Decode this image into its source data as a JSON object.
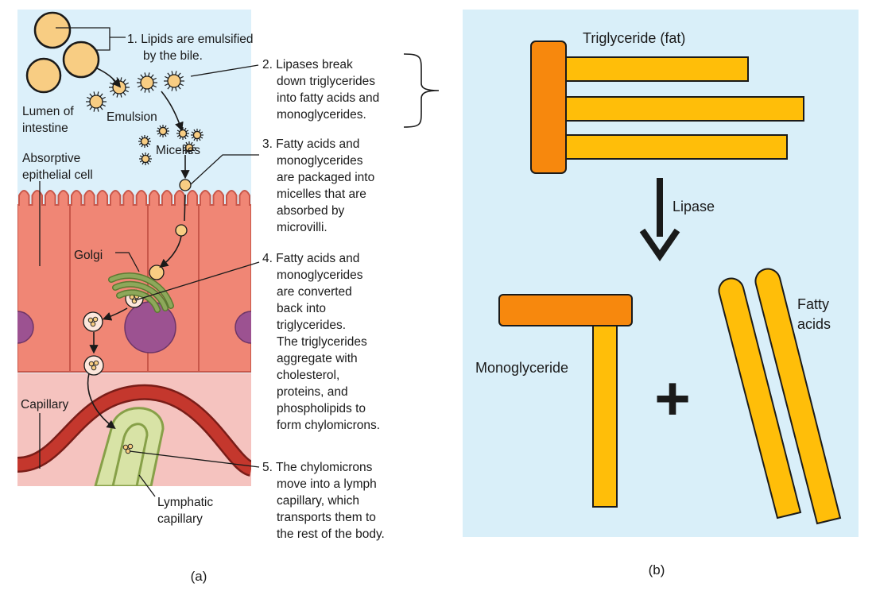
{
  "colors": {
    "lumen": "#dcf0fa",
    "cell": "#f08675",
    "cell_border": "#c8574a",
    "nucleus": "#9c5291",
    "interstitial": "#f5c3bf",
    "capillary_wall": "#c4372d",
    "lymph_fill": "#d8e3a6",
    "lymph_border": "#87a048",
    "golgi": "#8da85a",
    "lipid": "#f8cd83",
    "lipid_border": "#9a6a2c",
    "panel_b_bg": "#d9eff9",
    "glycerol": "#f7880d",
    "fatty_acid": "#ffbe09"
  },
  "panel_a": {
    "caption": "(a)",
    "labels": {
      "lumen_line1": "Lumen of",
      "lumen_line2": "intestine",
      "emulsion": "Emulsion",
      "micelles": "Micelles",
      "absorptive_line1": "Absorptive",
      "absorptive_line2": "epithelial cell",
      "golgi": "Golgi",
      "capillary": "Capillary",
      "lymphatic_line1": "Lymphatic",
      "lymphatic_line2": "capillary"
    },
    "steps": [
      {
        "lines": [
          "1. Lipids are emulsified",
          "by the bile."
        ]
      },
      {
        "lines": [
          "2. Lipases break",
          "down triglycerides",
          "into fatty acids and",
          "monoglycerides."
        ]
      },
      {
        "lines": [
          "3. Fatty acids and",
          "monoglycerides",
          "are packaged into",
          "micelles that are",
          "absorbed by",
          "microvilli."
        ]
      },
      {
        "lines": [
          "4. Fatty acids and",
          "monoglycerides",
          "are converted",
          "back into",
          "triglycerides.",
          "The triglycerides",
          "aggregate with",
          "cholesterol,",
          "proteins, and",
          "phospholipids to",
          "form chylomicrons."
        ]
      },
      {
        "lines": [
          "5. The chylomicrons",
          "move into a lymph",
          "capillary, which",
          "transports them to",
          "the rest of the body."
        ]
      }
    ]
  },
  "panel_b": {
    "caption": "(b)",
    "triglyceride_label": "Triglyceride (fat)",
    "lipase_label": "Lipase",
    "monoglyceride_label": "Monoglyceride",
    "plus_symbol": "+",
    "fatty_acids_line1": "Fatty",
    "fatty_acids_line2": "acids"
  }
}
